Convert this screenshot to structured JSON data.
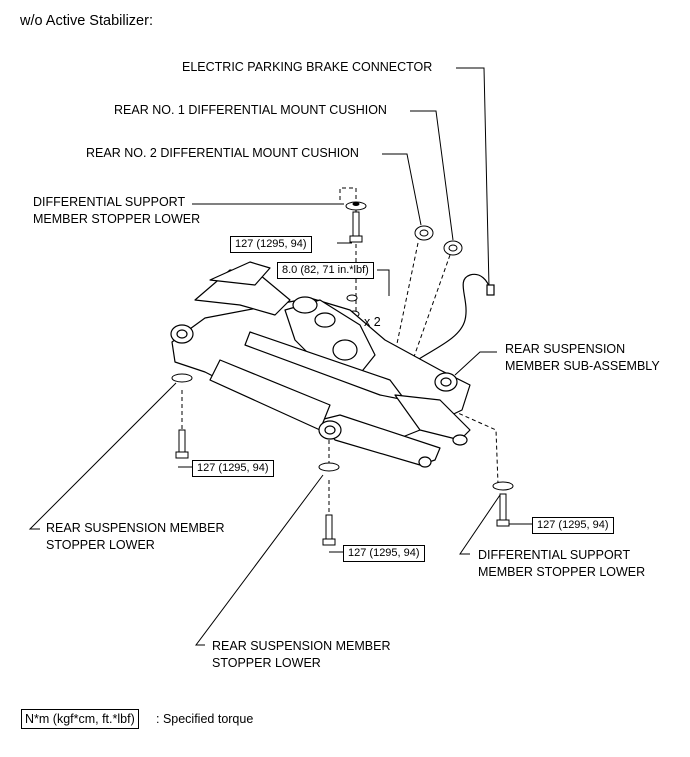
{
  "title": "w/o Active Stabilizer:",
  "labels": {
    "epb_connector": "ELECTRIC PARKING BRAKE CONNECTOR",
    "rear_no1": "REAR NO. 1 DIFFERENTIAL MOUNT CUSHION",
    "rear_no2": "REAR NO. 2 DIFFERENTIAL MOUNT CUSHION",
    "diff_stopper_upper_left": "DIFFERENTIAL SUPPORT\nMEMBER STOPPER LOWER",
    "rear_susp_sub": "REAR SUSPENSION\nMEMBER SUB-ASSEMBLY",
    "rear_susp_stopper_left": "REAR SUSPENSION MEMBER\nSTOPPER LOWER",
    "diff_stopper_lower_right": "DIFFERENTIAL SUPPORT\nMEMBER STOPPER LOWER",
    "rear_susp_stopper_bottom": "REAR SUSPENSION MEMBER\nSTOPPER LOWER"
  },
  "torques": {
    "t1": "127 (1295, 94)",
    "t2": "8.0 (82, 71 in.*lbf)",
    "t3": "127 (1295, 94)",
    "t4": "127 (1295, 94)",
    "t5": "127 (1295, 94)"
  },
  "multiplier": "x 2",
  "legend": {
    "unit": "N*m (kgf*cm, ft.*lbf)",
    "description": ": Specified torque"
  }
}
